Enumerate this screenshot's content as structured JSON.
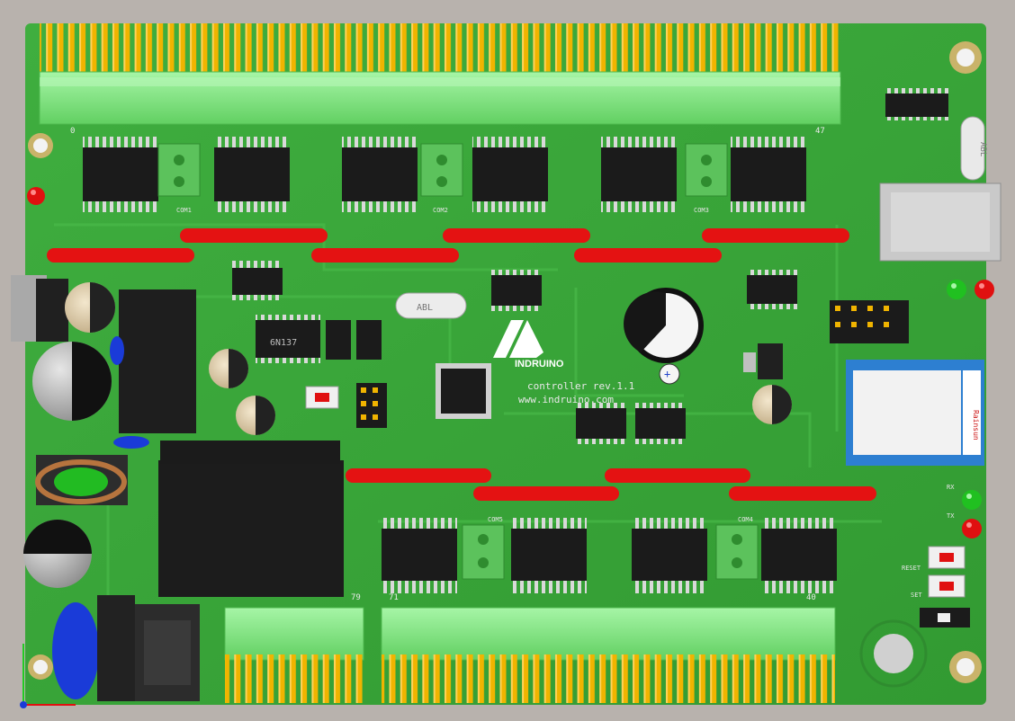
{
  "board": {
    "logo_text": "INDRUINO",
    "title_text": "controller rev.1.1",
    "url_text": "www.indruino.com",
    "brand_module_text": "Rainsun",
    "osc_top_text": "ABL",
    "osc_mid_text": "ABL",
    "optocoupler_text": "6N137"
  },
  "headers": {
    "top_left_index": "0",
    "top_right_index": "47",
    "bottom_left_index": "79",
    "bottom_mid_index": "71",
    "bottom_right_index": "40"
  },
  "connectors": {
    "com1": "COM1",
    "com2": "COM2",
    "com3": "COM3",
    "com4": "COM4",
    "com5": "COM5"
  },
  "button_labels": {
    "reset": "RESET",
    "set": "SET"
  },
  "led_labels": {
    "rx": "RX",
    "tx": "TX"
  },
  "colors": {
    "pcb": "#3aa53a",
    "terminal": "#7fe77f",
    "pins": "#f0b400",
    "led_red": "#e01010",
    "led_green": "#20c020",
    "ic": "#1b1b1b"
  }
}
